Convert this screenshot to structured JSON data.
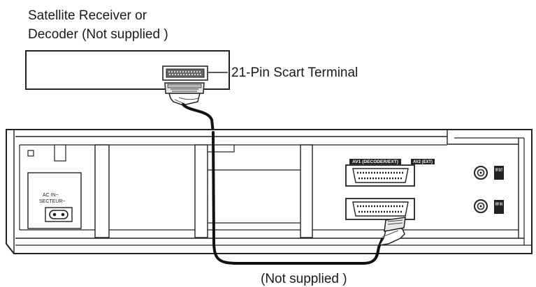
{
  "labels": {
    "receiver_line1": "Satellite Receiver or",
    "receiver_line2": "Decoder (Not supplied )",
    "scart_terminal": "21-Pin Scart Terminal",
    "cable_note": "(Not supplied )",
    "ac_in_line1": "AC IN~",
    "ac_in_line2": "SECTEUR~",
    "av1_label": "AV1 (DECODER/EXT)",
    "av2_label": "AV2 (EXT)",
    "rf_out": "RF OUT",
    "rf_in": "RF IN"
  },
  "colors": {
    "line": "#222222",
    "cable": "#111111",
    "panel": "#ffffff"
  }
}
